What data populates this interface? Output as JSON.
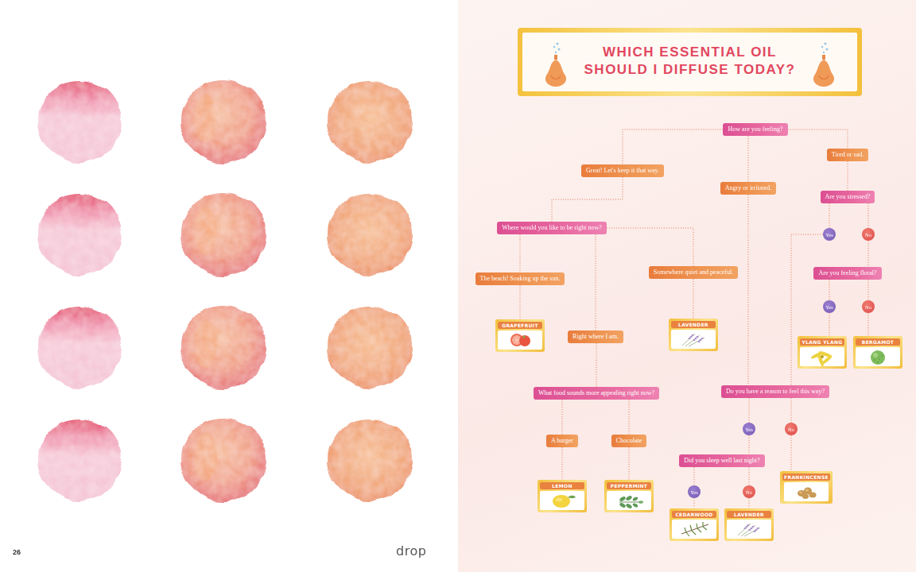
{
  "diagram": {
    "title": "WHICH ESSENTIAL OIL SHOULD I DIFFUSE TODAY?",
    "nodes": [
      {
        "text": [
          "How are you feeling?"
        ]
      },
      {
        "text": [
          "Great! Let's keep it that way."
        ]
      },
      {
        "text": [
          "Tired or sad."
        ]
      },
      {
        "text": [
          "Angry or irritated."
        ]
      },
      {
        "text": [
          "Are you stressed?"
        ]
      },
      {
        "text": [
          "Where would you like to be right now?"
        ]
      },
      {
        "text": [
          "Yes"
        ]
      },
      {
        "text": [
          "No"
        ]
      },
      {
        "text": [
          "The beach! Soaking up the sun."
        ]
      },
      {
        "text": [
          "Somewhere quiet and peaceful."
        ]
      },
      {
        "text": [
          "Are you feeling floral?"
        ]
      },
      {
        "text": [
          "Yes"
        ]
      },
      {
        "text": [
          "No"
        ]
      },
      {
        "text": [
          "GRAPEFRUIT"
        ]
      },
      {
        "text": [
          "Right where I am."
        ]
      },
      {
        "text": [
          "LAVENDER"
        ]
      },
      {
        "text": [
          "YLANG YLANG"
        ]
      },
      {
        "text": [
          "BERGAMOT"
        ]
      },
      {
        "text": [
          "What food sounds more appealing right now?"
        ]
      },
      {
        "text": [
          "Do you have a reason to feel this way?"
        ]
      },
      {
        "text": [
          "Yes"
        ]
      },
      {
        "text": [
          "No"
        ]
      },
      {
        "text": [
          "A burger"
        ]
      },
      {
        "text": [
          "Chocolate"
        ]
      },
      {
        "text": [
          "Did you sleep well last night?"
        ]
      },
      {
        "text": [
          "FRANKINCENSE"
        ]
      },
      {
        "text": [
          "LEMON"
        ]
      },
      {
        "text": [
          "PEPPERMINT"
        ]
      },
      {
        "text": [
          "Yes"
        ]
      },
      {
        "text": [
          "No"
        ]
      },
      {
        "text": [
          "CEDARWOOD"
        ]
      },
      {
        "text": [
          "LAVENDER"
        ]
      }
    ],
    "edges": [
      {
        "from": 0,
        "to": 1,
        "arrow": "none"
      },
      {
        "from": 0,
        "to": 3,
        "arrow": "none"
      },
      {
        "from": 0,
        "to": 2,
        "arrow": "none"
      },
      {
        "from": 2,
        "to": 4,
        "arrow": "none"
      },
      {
        "from": 4,
        "to": 6,
        "arrow": "none"
      },
      {
        "from": 4,
        "to": 7,
        "arrow": "none"
      },
      {
        "from": 6,
        "to": 19,
        "arrow": "none"
      },
      {
        "from": 7,
        "to": 10,
        "arrow": "none"
      },
      {
        "from": 10,
        "to": 11,
        "arrow": "none"
      },
      {
        "from": 10,
        "to": 12,
        "arrow": "none"
      },
      {
        "from": 11,
        "to": 16,
        "arrow": "none"
      },
      {
        "from": 12,
        "to": 17,
        "arrow": "none"
      },
      {
        "from": 1,
        "to": 5,
        "arrow": "none"
      },
      {
        "from": 5,
        "to": 8,
        "arrow": "none"
      },
      {
        "from": 5,
        "to": 14,
        "arrow": "none"
      },
      {
        "from": 5,
        "to": 9,
        "arrow": "none"
      },
      {
        "from": 8,
        "to": 13,
        "arrow": "none"
      },
      {
        "from": 9,
        "to": 15,
        "arrow": "none"
      },
      {
        "from": 14,
        "to": 18,
        "arrow": "none"
      },
      {
        "from": 18,
        "to": 22,
        "arrow": "none"
      },
      {
        "from": 18,
        "to": 23,
        "arrow": "none"
      },
      {
        "from": 22,
        "to": 26,
        "arrow": "none"
      },
      {
        "from": 23,
        "to": 27,
        "arrow": "none"
      },
      {
        "from": 3,
        "to": 19,
        "arrow": "none"
      },
      {
        "from": 19,
        "to": 20,
        "arrow": "none"
      },
      {
        "from": 19,
        "to": 21,
        "arrow": "none"
      },
      {
        "from": 20,
        "to": 24,
        "arrow": "none"
      },
      {
        "from": 21,
        "to": 25,
        "arrow": "none"
      },
      {
        "from": 24,
        "to": 28,
        "arrow": "none"
      },
      {
        "from": 24,
        "to": 29,
        "arrow": "none"
      },
      {
        "from": 28,
        "to": 30,
        "arrow": "none"
      },
      {
        "from": 29,
        "to": 31,
        "arrow": "none"
      }
    ],
    "labels": [
      "26",
      "drop"
    ]
  }
}
